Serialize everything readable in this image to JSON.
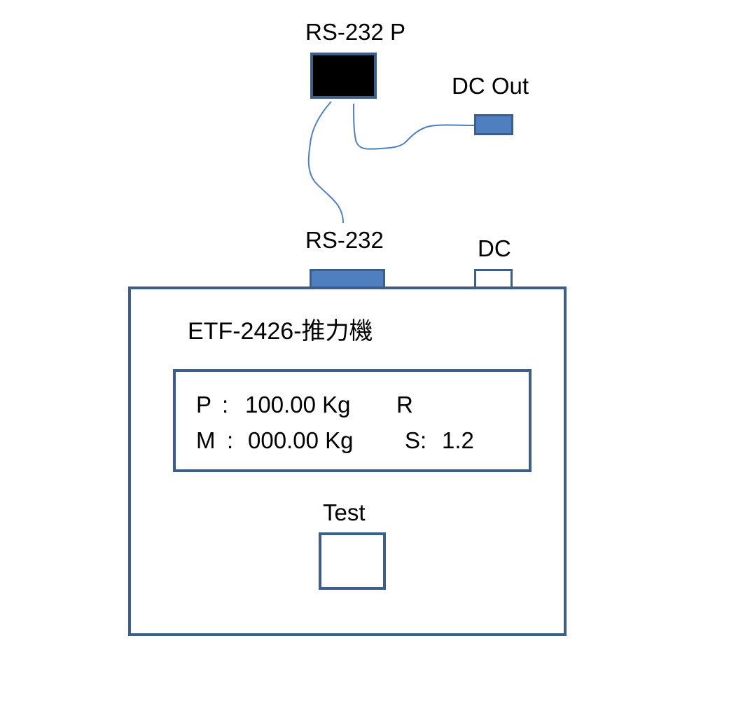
{
  "colors": {
    "frame": "#3b5e8a",
    "port_fill": "#4f7fbf",
    "wire": "#4f7fbf",
    "plug": "#000000"
  },
  "labels": {
    "rs232_plug": "RS-232 P",
    "dc_out": "DC Out",
    "rs232_port": "RS-232",
    "dc_port": "DC",
    "device_title": "ETF-2426-推力機",
    "test": "Test"
  },
  "display": {
    "row1_label": "P",
    "row1_colon": ":",
    "row1_value": "100.00 Kg",
    "row1_flag": "R",
    "row2_label": "M",
    "row2_colon": ":",
    "row2_value": "000.00 Kg",
    "row2_speed_label": "S:",
    "row2_speed_value": "1.2"
  }
}
